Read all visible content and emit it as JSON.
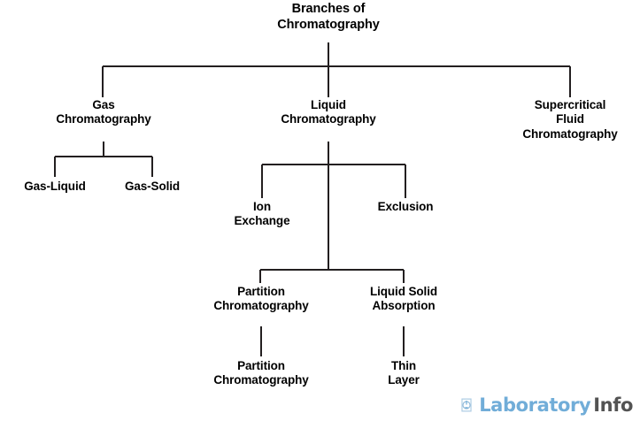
{
  "diagram": {
    "type": "tree",
    "title": "Branches of Chromatography",
    "background_color": "#ffffff",
    "line_color": "#231f20",
    "text_color": "#000000",
    "nodes": {
      "root": "Branches of\nChromatography",
      "gas_chromatography": "Gas\nChromatography",
      "liquid_chromatography": "Liquid\nChromatography",
      "supercritical_fluid_chromatography": "Supercritical\nFluid\nChromatography",
      "gas_liquid": "Gas-Liquid",
      "gas_solid": "Gas-Solid",
      "ion_exchange": "Ion\nExchange",
      "exclusion": "Exclusion",
      "partition_chromatography": "Partition\nChromatography",
      "liquid_solid_absorption": "Liquid Solid\nAbsorption",
      "partition_chromatography_leaf": "Partition\nChromatography",
      "thin_layer": "Thin\nLayer"
    }
  },
  "watermark": {
    "icon": "flask-logo-icon",
    "brand_primary": "Laboratory",
    "brand_secondary": "Info",
    "color_primary": "#6aa9d6",
    "color_secondary": "#4a4a4a"
  }
}
